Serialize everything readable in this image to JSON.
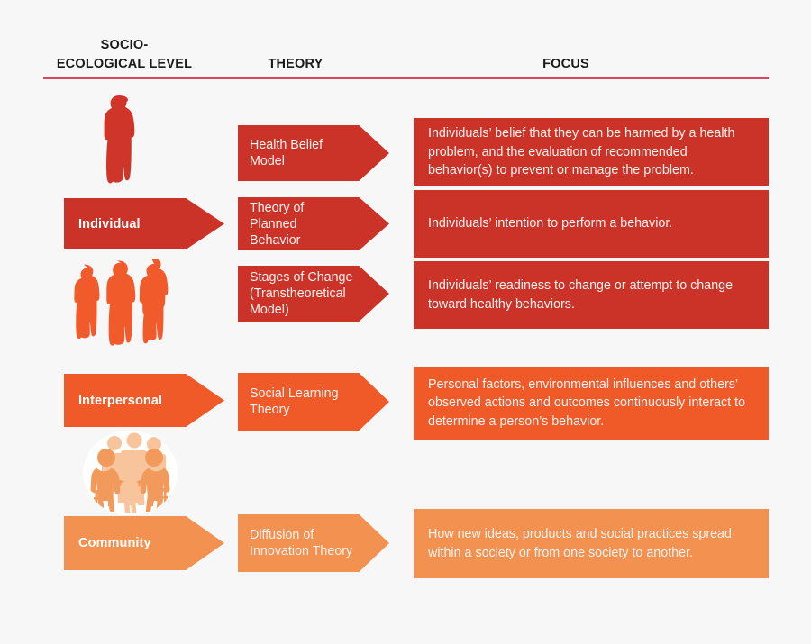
{
  "headers": {
    "level": "SOCIO-\nECOLOGICAL LEVEL",
    "theory": "THEORY",
    "focus": "FOCUS"
  },
  "colors": {
    "background": "#f7f7f7",
    "rule": "#d8485c",
    "red": "#cc3328",
    "orange": "#f05a28",
    "light_orange": "#f29150",
    "icon_red": "#cf3529",
    "icon_orange": "#f15a2b",
    "icon_light_orange": "#f29a5c",
    "icon_pale_orange": "#f8c49c",
    "text_light": "#fdf2ef",
    "text_dark": "#1a1a1a"
  },
  "levels": [
    {
      "label": "Individual",
      "color": "#cc3328",
      "icon": "single-person-icon"
    },
    {
      "label": "Interpersonal",
      "color": "#f05a28",
      "icon": "three-people-icon"
    },
    {
      "label": "Community",
      "color": "#f29150",
      "icon": "community-circle-icon"
    }
  ],
  "rows": [
    {
      "level": "Individual",
      "theory": "Health Belief Model",
      "focus": "Individuals’ belief that they can be harmed by a health problem, and the evaluation of recommended behavior(s) to prevent or manage the problem.",
      "color": "#cc3328"
    },
    {
      "level": "Individual",
      "theory": "Theory of Planned\nBehavior",
      "focus": "Individuals’ intention to perform a behavior.",
      "color": "#cc3328"
    },
    {
      "level": "Individual",
      "theory": "Stages of Change\n(Transtheoretical\nModel)",
      "focus": "Individuals’ readiness to change or attempt to change toward healthy behaviors.",
      "color": "#cc3328"
    },
    {
      "level": "Interpersonal",
      "theory": "Social Learning\nTheory",
      "focus": "Personal factors, environmental influences and others’ observed actions and outcomes continuously interact to determine a person’s behavior.",
      "color": "#f05a28"
    },
    {
      "level": "Community",
      "theory": "Diffusion of\nInnovation Theory",
      "focus": "How new ideas, products and social practices spread within a society or from one society to another.",
      "color": "#f29150"
    }
  ]
}
